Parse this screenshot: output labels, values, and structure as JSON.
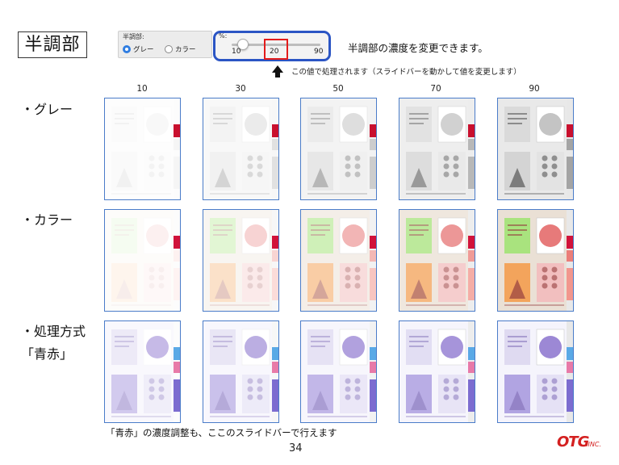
{
  "title": "半調部",
  "panel": {
    "label": "半調部:",
    "option_gray": "グレー",
    "option_color": "カラー",
    "selected": "gray"
  },
  "slider": {
    "label": "%:",
    "min_label": "10",
    "max_label": "90",
    "value_label": "20",
    "value": 20,
    "min": 10,
    "max": 90
  },
  "description": "半調部の濃度を変更できます。",
  "note": "この値で処理されます（スライドバーを動かして値を変更します）",
  "columns": [
    "10",
    "30",
    "50",
    "70",
    "90"
  ],
  "rows": [
    {
      "label": "・グレー",
      "kind": "gray"
    },
    {
      "label": "・カラー",
      "kind": "color"
    },
    {
      "label": "・処理方式",
      "label2": "「青赤」",
      "kind": "bluered"
    }
  ],
  "footer_note": "「青赤」の濃度調整も、ここのスライドバーで行えます",
  "page_number": "34",
  "logo": "OTG",
  "logo_suffix": ".INC.",
  "colors": {
    "accent_blue": "#2b55c4",
    "highlight_red": "#e31b1b",
    "card_border": "#4a7cc9"
  }
}
